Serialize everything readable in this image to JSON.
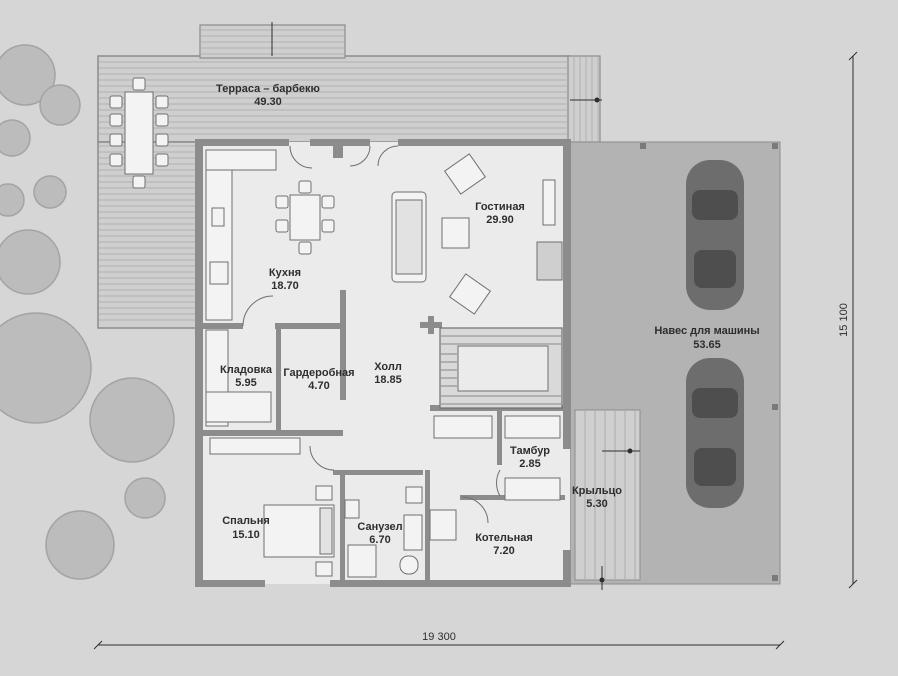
{
  "rooms": {
    "terrace": {
      "name": "Терраса – барбекю",
      "area": "49.30"
    },
    "living": {
      "name": "Гостиная",
      "area": "29.90"
    },
    "kitchen": {
      "name": "Кухня",
      "area": "18.70"
    },
    "pantry": {
      "name": "Кладовка",
      "area": "5.95"
    },
    "wardrobe": {
      "name": "Гардеробная",
      "area": "4.70"
    },
    "hall": {
      "name": "Холл",
      "area": "18.85"
    },
    "vestibule": {
      "name": "Тамбур",
      "area": "2.85"
    },
    "porch": {
      "name": "Крыльцо",
      "area": "5.30"
    },
    "bedroom": {
      "name": "Спальня",
      "area": "15.10"
    },
    "bathroom": {
      "name": "Санузел",
      "area": "6.70"
    },
    "boiler": {
      "name": "Котельная",
      "area": "7.20"
    },
    "carport": {
      "name": "Навес для машины",
      "area": "53.65"
    }
  },
  "dimensions": {
    "width": "19 300",
    "height": "15 100"
  },
  "colors": {
    "background": "#d6d6d6",
    "wall": "#8c8c8c",
    "floor": "#ebebeb",
    "deck": "#cfcfcf",
    "carport": "#b3b3b3",
    "car": "#6d6d6d",
    "tree": "#bdbdbd"
  }
}
